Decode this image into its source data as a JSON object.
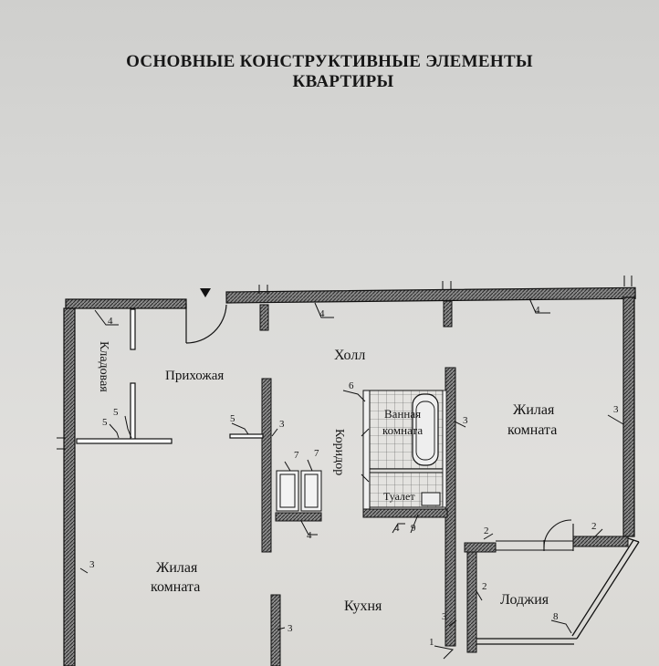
{
  "document": {
    "title_line1": "ОСНОВНЫЕ КОНСТРУКТИВНЫЕ ЭЛЕМЕНТЫ",
    "title_line2": "КВАРТИРЫ"
  },
  "plan": {
    "rooms": {
      "hall": "Холл",
      "entrance": "Прихожая",
      "pantry": "Кладовая",
      "bathroom_l1": "Ванная",
      "bathroom_l2": "комната",
      "corridor": "Коридор",
      "toilet": "Туалет",
      "living_right_l1": "Жилая",
      "living_right_l2": "комната",
      "living_left_l1": "Жилая",
      "living_left_l2": "комната",
      "kitchen": "Кухня",
      "loggia": "Лоджия"
    },
    "callouts": [
      "4",
      "4",
      "4",
      "5",
      "5",
      "5",
      "3",
      "6",
      "3",
      "3",
      "7",
      "7",
      "4",
      "4",
      "9",
      "2",
      "2",
      "2",
      "3",
      "3",
      "3",
      "1",
      "8"
    ]
  }
}
